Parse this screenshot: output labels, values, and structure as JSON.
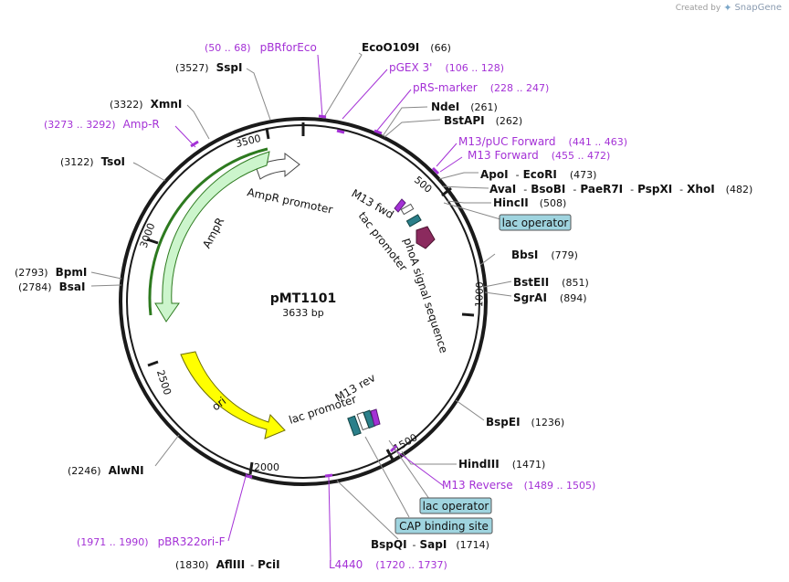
{
  "credit": {
    "text": "Created by",
    "brand": "SnapGene"
  },
  "plasmid": {
    "name": "pMT1101",
    "size": "3633 bp"
  },
  "ticks": [
    "500",
    "1000",
    "1500",
    "2000",
    "2500",
    "3000",
    "3500"
  ],
  "features": {
    "ampr_promoter": "AmpR promoter",
    "ampr": "AmpR",
    "ori": "ori",
    "m13_fwd": "M13 fwd",
    "tac_promoter": "tac promoter",
    "phoa": "phoA signal sequence",
    "m13_rev": "M13 rev",
    "lac_promoter": "lac promoter"
  },
  "boxes": {
    "lac_operator_1": "lac operator",
    "lac_operator_2": "lac operator",
    "cap_site": "CAP binding site"
  },
  "sites": {
    "ecoo109i": {
      "name": "EcoO109I",
      "pos": "(66)"
    },
    "sspi": {
      "name": "SspI",
      "pos": "(3527)"
    },
    "xmni": {
      "name": "XmnI",
      "pos": "(3322)"
    },
    "tsoi": {
      "name": "TsoI",
      "pos": "(3122)"
    },
    "bpmi": {
      "name": "BpmI",
      "pos": "(2793)"
    },
    "bsai": {
      "name": "BsaI",
      "pos": "(2784)"
    },
    "alwni": {
      "name": "AlwNI",
      "pos": "(2246)"
    },
    "afliii": {
      "name": "AflIII",
      "sep": "-",
      "name2": "PciI",
      "pos": "(1830)"
    },
    "bspqi": {
      "name": "BspQI",
      "sep": "-",
      "name2": "SapI",
      "pos": "(1714)"
    },
    "hindiii": {
      "name": "HindIII",
      "pos": "(1471)"
    },
    "bspei": {
      "name": "BspEI",
      "pos": "(1236)"
    },
    "sgrai": {
      "name": "SgrAI",
      "pos": "(894)"
    },
    "bsteii": {
      "name": "BstEII",
      "pos": "(851)"
    },
    "bbsi": {
      "name": "BbsI",
      "pos": "(779)"
    },
    "hincii": {
      "name": "HincII",
      "pos": "(508)"
    },
    "ava": {
      "name": "AvaI",
      "sep": "-",
      "name2": "BsoBI",
      "sep2": "-",
      "name3": "PaeR7I",
      "sep3": "-",
      "name4": "PspXI",
      "sep4": "-",
      "name5": "XhoI",
      "pos": "(482)"
    },
    "apoi": {
      "name": "ApoI",
      "sep": "-",
      "name2": "EcoRI",
      "pos": "(473)"
    },
    "bstapi": {
      "name": "BstAPI",
      "pos": "(262)"
    },
    "ndei": {
      "name": "NdeI",
      "pos": "(261)"
    }
  },
  "primers": {
    "pbrforeco": {
      "name": "pBRforEco",
      "pos": "(50 .. 68)"
    },
    "pgex3": {
      "name": "pGEX 3'",
      "pos": "(106 .. 128)"
    },
    "prsmarker": {
      "name": "pRS-marker",
      "pos": "(228 .. 247)"
    },
    "m13puc": {
      "name": "M13/pUC Forward",
      "pos": "(441 .. 463)"
    },
    "m13fwd": {
      "name": "M13 Forward",
      "pos": "(455 .. 472)"
    },
    "ampr_primer": {
      "name": "Amp-R",
      "pos": "(3273 .. 3292)"
    },
    "m13rev": {
      "name": "M13 Reverse",
      "pos": "(1489 .. 1505)"
    },
    "pbr322": {
      "name": "pBR322ori-F",
      "pos": "(1971 .. 1990)"
    },
    "l4440": {
      "name": "L4440",
      "pos": "(1720 .. 1737)"
    }
  },
  "colors": {
    "primer": "#a431d6",
    "ampr_fill": "#ccf5cc",
    "ampr_stroke": "#2d7a1f",
    "ori_fill": "#ffff00",
    "lac_box": "#9fd4df",
    "phoa": "#8b2a5e",
    "teal": "#2b7f8a"
  }
}
